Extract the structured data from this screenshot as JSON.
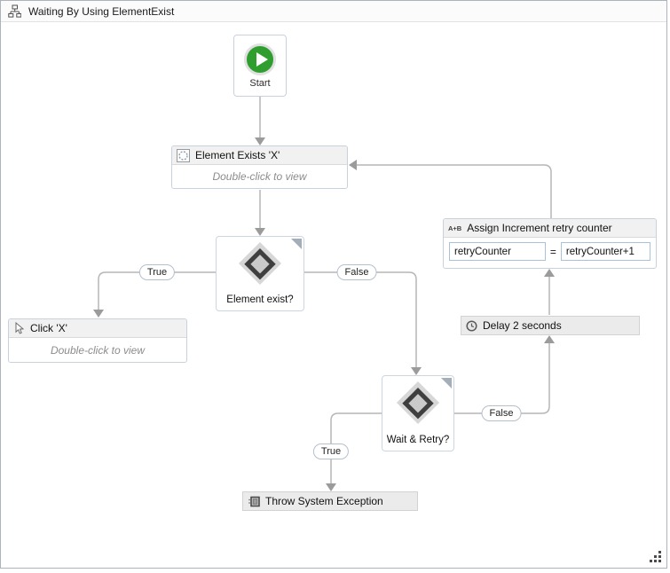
{
  "window": {
    "title": "Waiting By Using ElementExist"
  },
  "nodes": {
    "start": {
      "label": "Start"
    },
    "element_exists": {
      "title": "Element Exists 'X'",
      "body": "Double-click to view"
    },
    "decision_element": {
      "label": "Element exist?",
      "true_label": "True",
      "false_label": "False"
    },
    "click": {
      "title": "Click 'X'",
      "body": "Double-click to view"
    },
    "decision_retry": {
      "label": "Wait & Retry?",
      "true_label": "True",
      "false_label": "False"
    },
    "throw": {
      "title": "Throw System Exception"
    },
    "delay": {
      "title": "Delay 2 seconds"
    },
    "assign": {
      "title": "Assign Increment retry counter",
      "icon_label": "A+B",
      "to_value": "retryCounter",
      "equals_sign": "=",
      "expression_value": "retryCounter+1"
    }
  },
  "colors": {
    "start_green": "#2f9e2f",
    "connector_line": "#b6b6b6",
    "arrowhead": "#9b9b9b",
    "header_bg": "#f1f1f2",
    "bar_bg": "#ebebeb"
  }
}
